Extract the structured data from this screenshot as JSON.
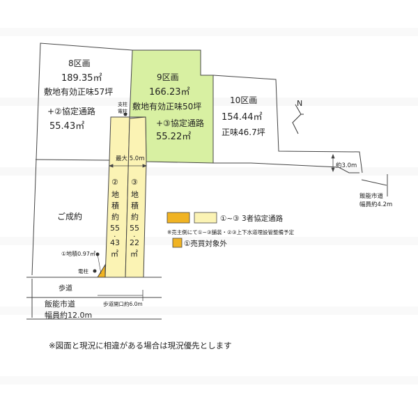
{
  "lots": {
    "lot8": {
      "name": "8区画",
      "area": "189.35㎡",
      "net": "敷地有効正味57坪",
      "road": "+②協定通路",
      "road_area": "55.43㎡"
    },
    "lot9": {
      "name": "9区画",
      "area": "166.23㎡",
      "net": "敷地有効正味50坪",
      "road": "+③協定通路",
      "road_area": "55.22㎡"
    },
    "lot10": {
      "name": "10区画",
      "area": "154.44㎡",
      "net": "正味46.7坪"
    },
    "sold": "ご成約"
  },
  "paths": {
    "p2_chars": [
      "②",
      "地",
      "積",
      "約",
      "55",
      ".",
      "43",
      "㎡"
    ],
    "p3_chars": [
      "③",
      "地",
      "積",
      "約",
      "55",
      ".",
      "22",
      "㎡"
    ]
  },
  "labels": {
    "max_width": "最大 5.0m",
    "pole_support": "支柱",
    "pole_electric": "電柱",
    "pole_bottom": "電柱",
    "p1_area": "①地積0.97㎡",
    "sidewalk": "歩道",
    "road_main": "飯能市道",
    "road_main_width": "幅員約12.0m",
    "sidewalk_opening": "歩道開口約6.0m",
    "side_gap": "約3.0m",
    "road_side": "飯能市道",
    "road_side_width": "幅員約4.2m",
    "north": "N"
  },
  "legend": {
    "agreement": "①~③ 3者協定通路",
    "notice": "※売主側にて①~③舗装・②③上下水道埋設管整備予定",
    "excluded": "①売買対象外"
  },
  "footnote": "※図面と現況に相違がある場合は現況優先とします",
  "colors": {
    "lot9_fill": "#d8f0a2",
    "path_fill": "#fbf3b4",
    "p1_fill": "#f0b323",
    "line": "#444444"
  }
}
